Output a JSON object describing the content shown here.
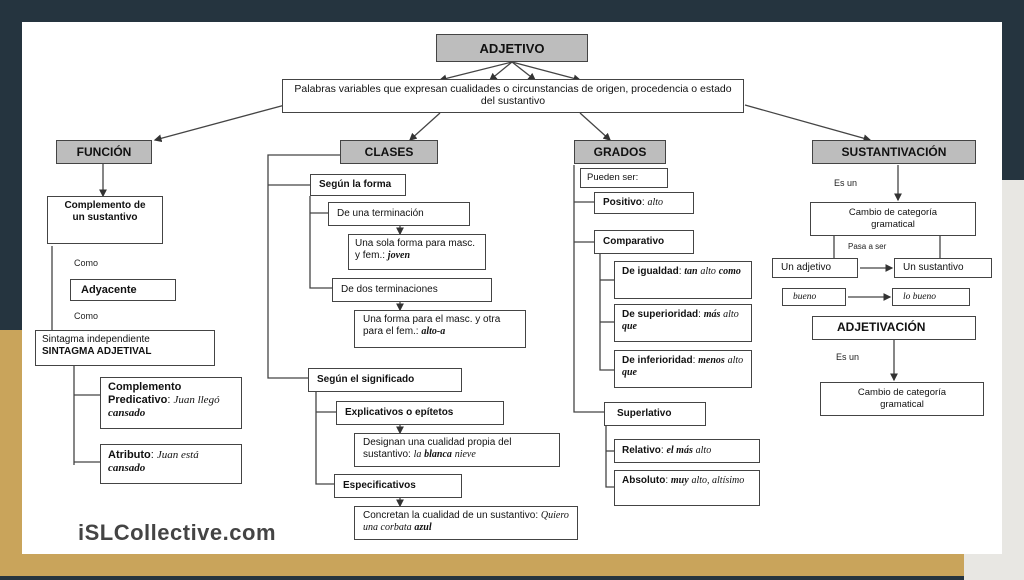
{
  "title": "ADJETIVO",
  "definition": "Palabras variables que expresan cualidades o circunstancias de origen, procedencia o estado del sustantivo",
  "headers": {
    "funcion": "FUNCIÓN",
    "clases": "CLASES",
    "grados": "GRADOS",
    "sustantivacion": "SUSTANTIVACIÓN"
  },
  "funcion": {
    "complemento": "Complemento de un sustantivo",
    "como1": "Como",
    "adyacente": "Adyacente",
    "como2": "Como",
    "sintagma_line1": "Sintagma independiente",
    "sintagma_line2": "SINTAGMA ADJETIVAL",
    "predicativo_label": "Complemento Predicativo",
    "predicativo_example_pre": "Juan llegó",
    "predicativo_example_word": "cansado",
    "atributo_label": "Atributo",
    "atributo_example_pre": "Juan está",
    "atributo_example_word": "cansado"
  },
  "clases": {
    "segun_forma": "Según la forma",
    "una_terminacion": "De una terminación",
    "una_sola_forma": "Una sola forma para masc. y fem.:",
    "una_sola_forma_ex": "joven",
    "dos_terminaciones": "De dos terminaciones",
    "una_forma_para": "Una forma para el masc. y otra para el fem.:",
    "una_forma_para_ex": "alto-a",
    "segun_significado": "Según el significado",
    "explicativos": "Explicativos o epítetos",
    "designan": "Designan una cualidad propia del sustantivo:",
    "designan_ex_pre": "la",
    "designan_ex_word": "blanca",
    "designan_ex_post": "nieve",
    "especificativos": "Especificativos",
    "concretan": "Concretan la cualidad de un sustantivo:",
    "concretan_ex_pre": "Quiero una corbata",
    "concretan_ex_word": "azul"
  },
  "grados": {
    "pueden_ser": "Pueden ser:",
    "positivo": "Positivo",
    "positivo_ex": "alto",
    "comparativo": "Comparativo",
    "igualdad": "De igualdad",
    "igualdad_ex_a": "tan",
    "igualdad_ex_b": "alto",
    "igualdad_ex_c": "como",
    "superioridad": "De superioridad",
    "superioridad_ex_a": "más",
    "superioridad_ex_b": "alto",
    "superioridad_ex_c": "que",
    "inferioridad": "De inferioridad",
    "inferioridad_ex_a": "menos",
    "inferioridad_ex_b": "alto",
    "inferioridad_ex_c": "que",
    "superlativo": "Superlativo",
    "relativo": "Relativo",
    "relativo_ex_a": "el más",
    "relativo_ex_b": "alto",
    "absoluto": "Absoluto",
    "absoluto_ex_a": "muy",
    "absoluto_ex_b": "alto, altísimo"
  },
  "sustantivacion": {
    "es_un1": "Es un",
    "cambio1": "Cambio de categoría gramatical",
    "pasa_a_ser": "Pasa a ser",
    "un_adjetivo": "Un adjetivo",
    "un_sustantivo": "Un sustantivo",
    "bueno": "bueno",
    "lo_bueno": "lo bueno",
    "adjetivacion": "ADJETIVACIÓN",
    "es_un2": "Es un",
    "cambio2": "Cambio de categoría gramatical"
  },
  "watermark": "iSLCollective.com"
}
